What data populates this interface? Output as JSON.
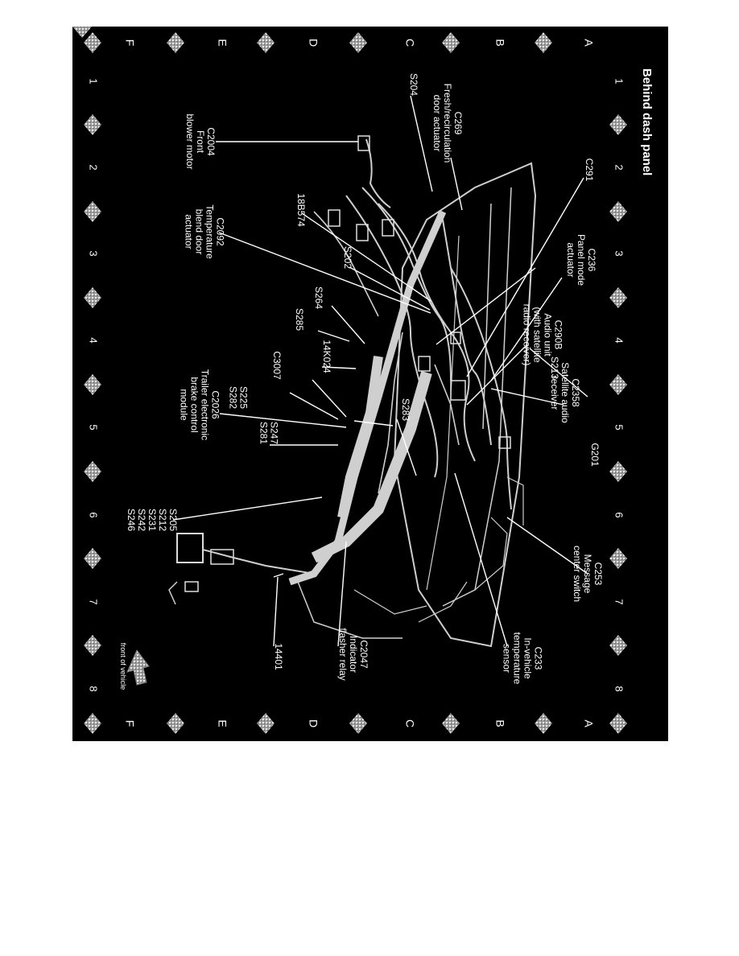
{
  "diagram": {
    "title": "Behind dash panel",
    "grid": {
      "numbers": [
        "1",
        "2",
        "3",
        "4",
        "5",
        "6",
        "7",
        "8"
      ],
      "letters": [
        "A",
        "B",
        "C",
        "D",
        "E",
        "F"
      ]
    },
    "callouts": [
      {
        "id": "c2358",
        "lines": [
          "C2358",
          "Satellite audio",
          "receiver"
        ]
      },
      {
        "id": "c290b",
        "lines": [
          "C290B",
          "Audio unit",
          "(with satellite",
          "radio receiver)"
        ]
      },
      {
        "id": "c236",
        "lines": [
          "C236",
          "Panel mode",
          "actuator"
        ]
      },
      {
        "id": "c291",
        "lines": [
          "C291"
        ]
      },
      {
        "id": "c269",
        "lines": [
          "C269",
          "Fresh/recirculation",
          "door actuator"
        ]
      },
      {
        "id": "s204",
        "lines": [
          "S204"
        ]
      },
      {
        "id": "c2004",
        "lines": [
          "C2004",
          "Front",
          "blower motor"
        ]
      },
      {
        "id": "c2092",
        "lines": [
          "C2092",
          "Temperature",
          "blend door",
          "actuator"
        ]
      },
      {
        "id": "l18b574",
        "lines": [
          "18B574"
        ]
      },
      {
        "id": "s202",
        "lines": [
          "S202"
        ]
      },
      {
        "id": "s264",
        "lines": [
          "S264"
        ]
      },
      {
        "id": "s285",
        "lines": [
          "S285"
        ]
      },
      {
        "id": "l14k024",
        "lines": [
          "14K024"
        ]
      },
      {
        "id": "s213",
        "lines": [
          "S213"
        ]
      },
      {
        "id": "c3007",
        "lines": [
          "C3007"
        ]
      },
      {
        "id": "s225",
        "lines": [
          "S225",
          "S282"
        ]
      },
      {
        "id": "c2026",
        "lines": [
          "C2026",
          "Trailer electronic",
          "brake control",
          "module"
        ]
      },
      {
        "id": "s247",
        "lines": [
          "S247",
          "S281"
        ]
      },
      {
        "id": "s283",
        "lines": [
          "S283"
        ]
      },
      {
        "id": "g201",
        "lines": [
          "G201"
        ]
      },
      {
        "id": "c253",
        "lines": [
          "C253",
          "Message",
          "center switch"
        ]
      },
      {
        "id": "s205",
        "lines": [
          "S205",
          "S212",
          "S231",
          "S242",
          "S246"
        ]
      },
      {
        "id": "c2047",
        "lines": [
          "C2047",
          "Indicator",
          "flasher relay"
        ]
      },
      {
        "id": "l14401",
        "lines": [
          "14401"
        ]
      },
      {
        "id": "c233",
        "lines": [
          "C233",
          "In-vehicle",
          "temperature",
          "sensor"
        ]
      },
      {
        "id": "front",
        "lines": [
          "front of vehicle"
        ]
      }
    ]
  }
}
